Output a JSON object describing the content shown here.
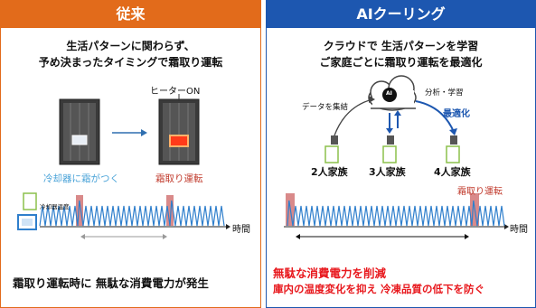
{
  "left": {
    "header": "従来",
    "subtitle_line1": "生活パターンに関わらず、",
    "subtitle_line2": "予め決まったタイミングで霜取り運転",
    "heater_label": "ヒーターON",
    "cooler_frost_label": "冷却器に霜がつく",
    "defrost_label": "霜取り運転",
    "cooler_temp_label": "冷却器温度",
    "time_label": "時間",
    "footer": "霜取り運転時に 無駄な消費電力が発生"
  },
  "right": {
    "header": "AIクーリング",
    "subtitle_line1": "クラウドで 生活パターンを学習",
    "subtitle_line2": "ご家庭ごとに霜取り運転を最適化",
    "ai_badge": "AI",
    "collect_label": "データを集結",
    "analyze_label": "分析・学習",
    "optimize_label": "最適化",
    "families": [
      "2人家族",
      "3人家族",
      "4人家族"
    ],
    "defrost_label": "霜取り運転",
    "time_label": "時間",
    "footer_line1": "無駄な消費電力を削減",
    "footer_line2": "庫内の温度変化を抑え 冷凍品質の低下を防ぐ"
  },
  "colors": {
    "left_header": "#e26b1b",
    "right_header": "#1d57b0",
    "wave": "#2f7fcc",
    "defrost_bar": "#d98a8a",
    "footer_red": "#e8191e",
    "frost_text": "#4aa3d8",
    "defrost_text": "#c0392b"
  }
}
